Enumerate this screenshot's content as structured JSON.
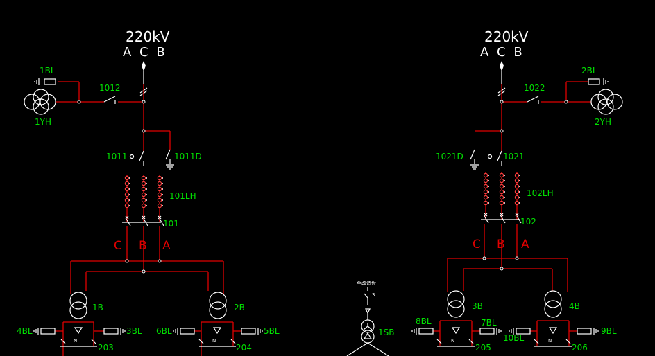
{
  "left_bay": {
    "voltage": "220kV",
    "phases": "A C B",
    "pt_fuse": "1BL",
    "pt": "1YH",
    "pt_switch": "1012",
    "main_disc": "1011",
    "earth_disc": "1011D",
    "ct": "101LH",
    "breaker": "101",
    "phase_c": "C",
    "phase_b": "B",
    "phase_a": "A",
    "tr1": "1B",
    "tr2": "2B",
    "fuse_a": "4BL",
    "fuse_b": "3BL",
    "fuse_c": "6BL",
    "fuse_d": "5BL",
    "feeder_a": "203",
    "feeder_b": "204",
    "neutral_a": "N",
    "neutral_b": "N"
  },
  "right_bay": {
    "voltage": "220kV",
    "phases": "A C B",
    "pt_fuse": "2BL",
    "pt": "2YH",
    "pt_switch": "1022",
    "main_disc": "1021",
    "earth_disc": "1021D",
    "ct": "102LH",
    "breaker": "102",
    "phase_c": "C",
    "phase_b": "B",
    "phase_a": "A",
    "tr1": "3B",
    "tr2": "4B",
    "fuse_a": "8BL",
    "fuse_b": "7BL",
    "fuse_c": "10BL",
    "fuse_d": "9BL",
    "feeder_a": "205",
    "feeder_b": "206",
    "neutral_a": "N",
    "neutral_b": "N"
  },
  "station": {
    "caption": "至改造盘",
    "fuse_no": "3",
    "transformer": "1SB"
  },
  "colors": {
    "background": "#000000",
    "line": "#e00000",
    "label": "#00e000",
    "symbol": "#ffffff"
  }
}
